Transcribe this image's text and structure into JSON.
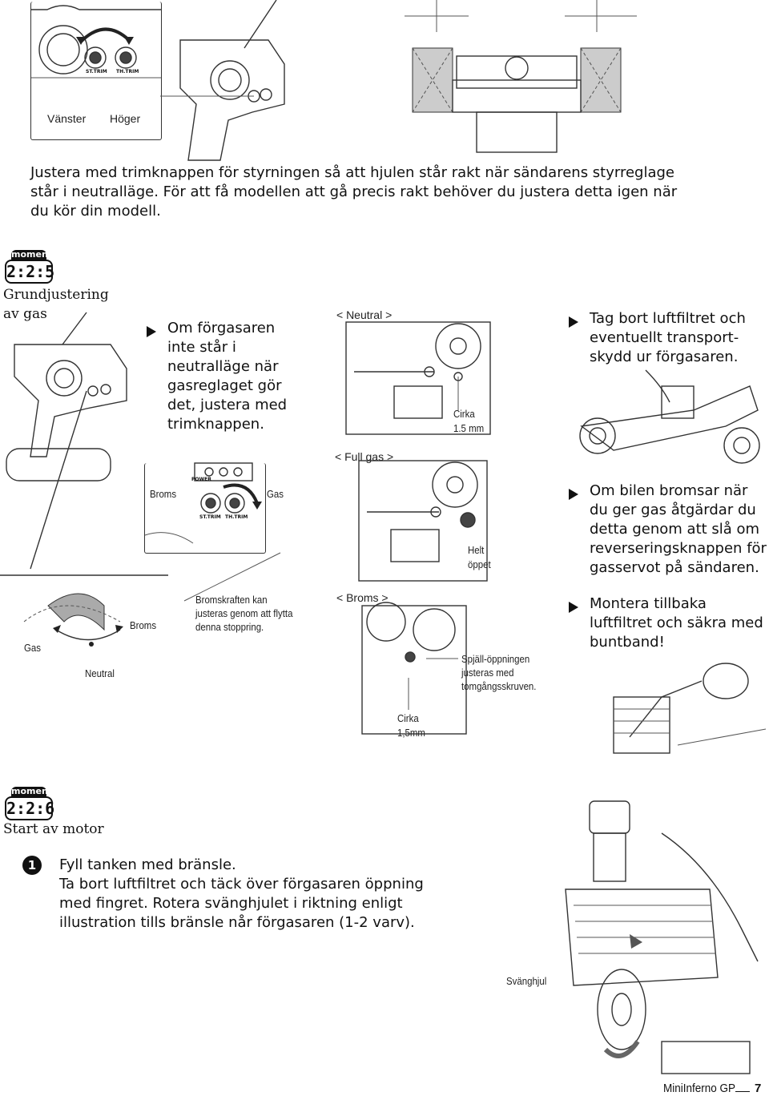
{
  "top": {
    "left_label": "Vänster",
    "right_label": "Höger",
    "paragraph": "Justera med trimknappen för styrningen så att hjulen står rakt när sändarens styrreglage står i neutralläge. För att få modellen att gå precis rakt behöver du justera detta igen när du kör din modell.",
    "st_trim": "ST.TRIM",
    "th_trim": "TH.TRIM"
  },
  "section1": {
    "badge_top": "moment",
    "badge_num": "2:2:5",
    "title": "Grundjustering av gas",
    "bullet_trim": "Om förgasaren inte står i neutralläge när gasreglaget gör det, justera med trimknappen.",
    "neutral_label": "< Neutral >",
    "cirka_1": "Cirka",
    "cirka_1_val": "1.5 mm",
    "full_gas_label": "< Full gas >",
    "helt": "Helt",
    "oppet": "öppet",
    "broms_label": "< Broms >",
    "spjall": "Spjäll-öppningen justeras med tomgångsskruven.",
    "cirka_2": "Cirka",
    "cirka_2_val": "1,5mm",
    "broms_top": "Broms",
    "gas_top": "Gas",
    "power": "POWER",
    "bromskraft": "Bromskraften kan justeras genom att flytta denna stoppring.",
    "gas_left": "Gas",
    "broms_right": "Broms",
    "neutral_bottom": "Neutral",
    "bullet_filter": "Tag bort luftfiltret och eventuellt transport-skydd ur förgasaren.",
    "bullet_reverse": "Om bilen bromsar när du ger gas åtgärdar du detta genom att slå om reverseringsknappen för gasservot på sändaren.",
    "bullet_mount": "Montera tillbaka luftfiltret och säkra med buntband!"
  },
  "section2": {
    "badge_top": "moment",
    "badge_num": "2:2:6",
    "title": "Start av motor",
    "step_num": "1",
    "step_text_1": "Fyll tanken med bränsle.",
    "step_text_2": "Ta bort luftfiltret och täck över förgasaren öppning med fingret. Rotera svänghjulet i riktning enligt illustration tills bränsle når förgasaren (1-2 varv).",
    "svanghjul": "Svänghjul"
  },
  "footer": {
    "product": "MiniInferno GP",
    "page": "7"
  }
}
